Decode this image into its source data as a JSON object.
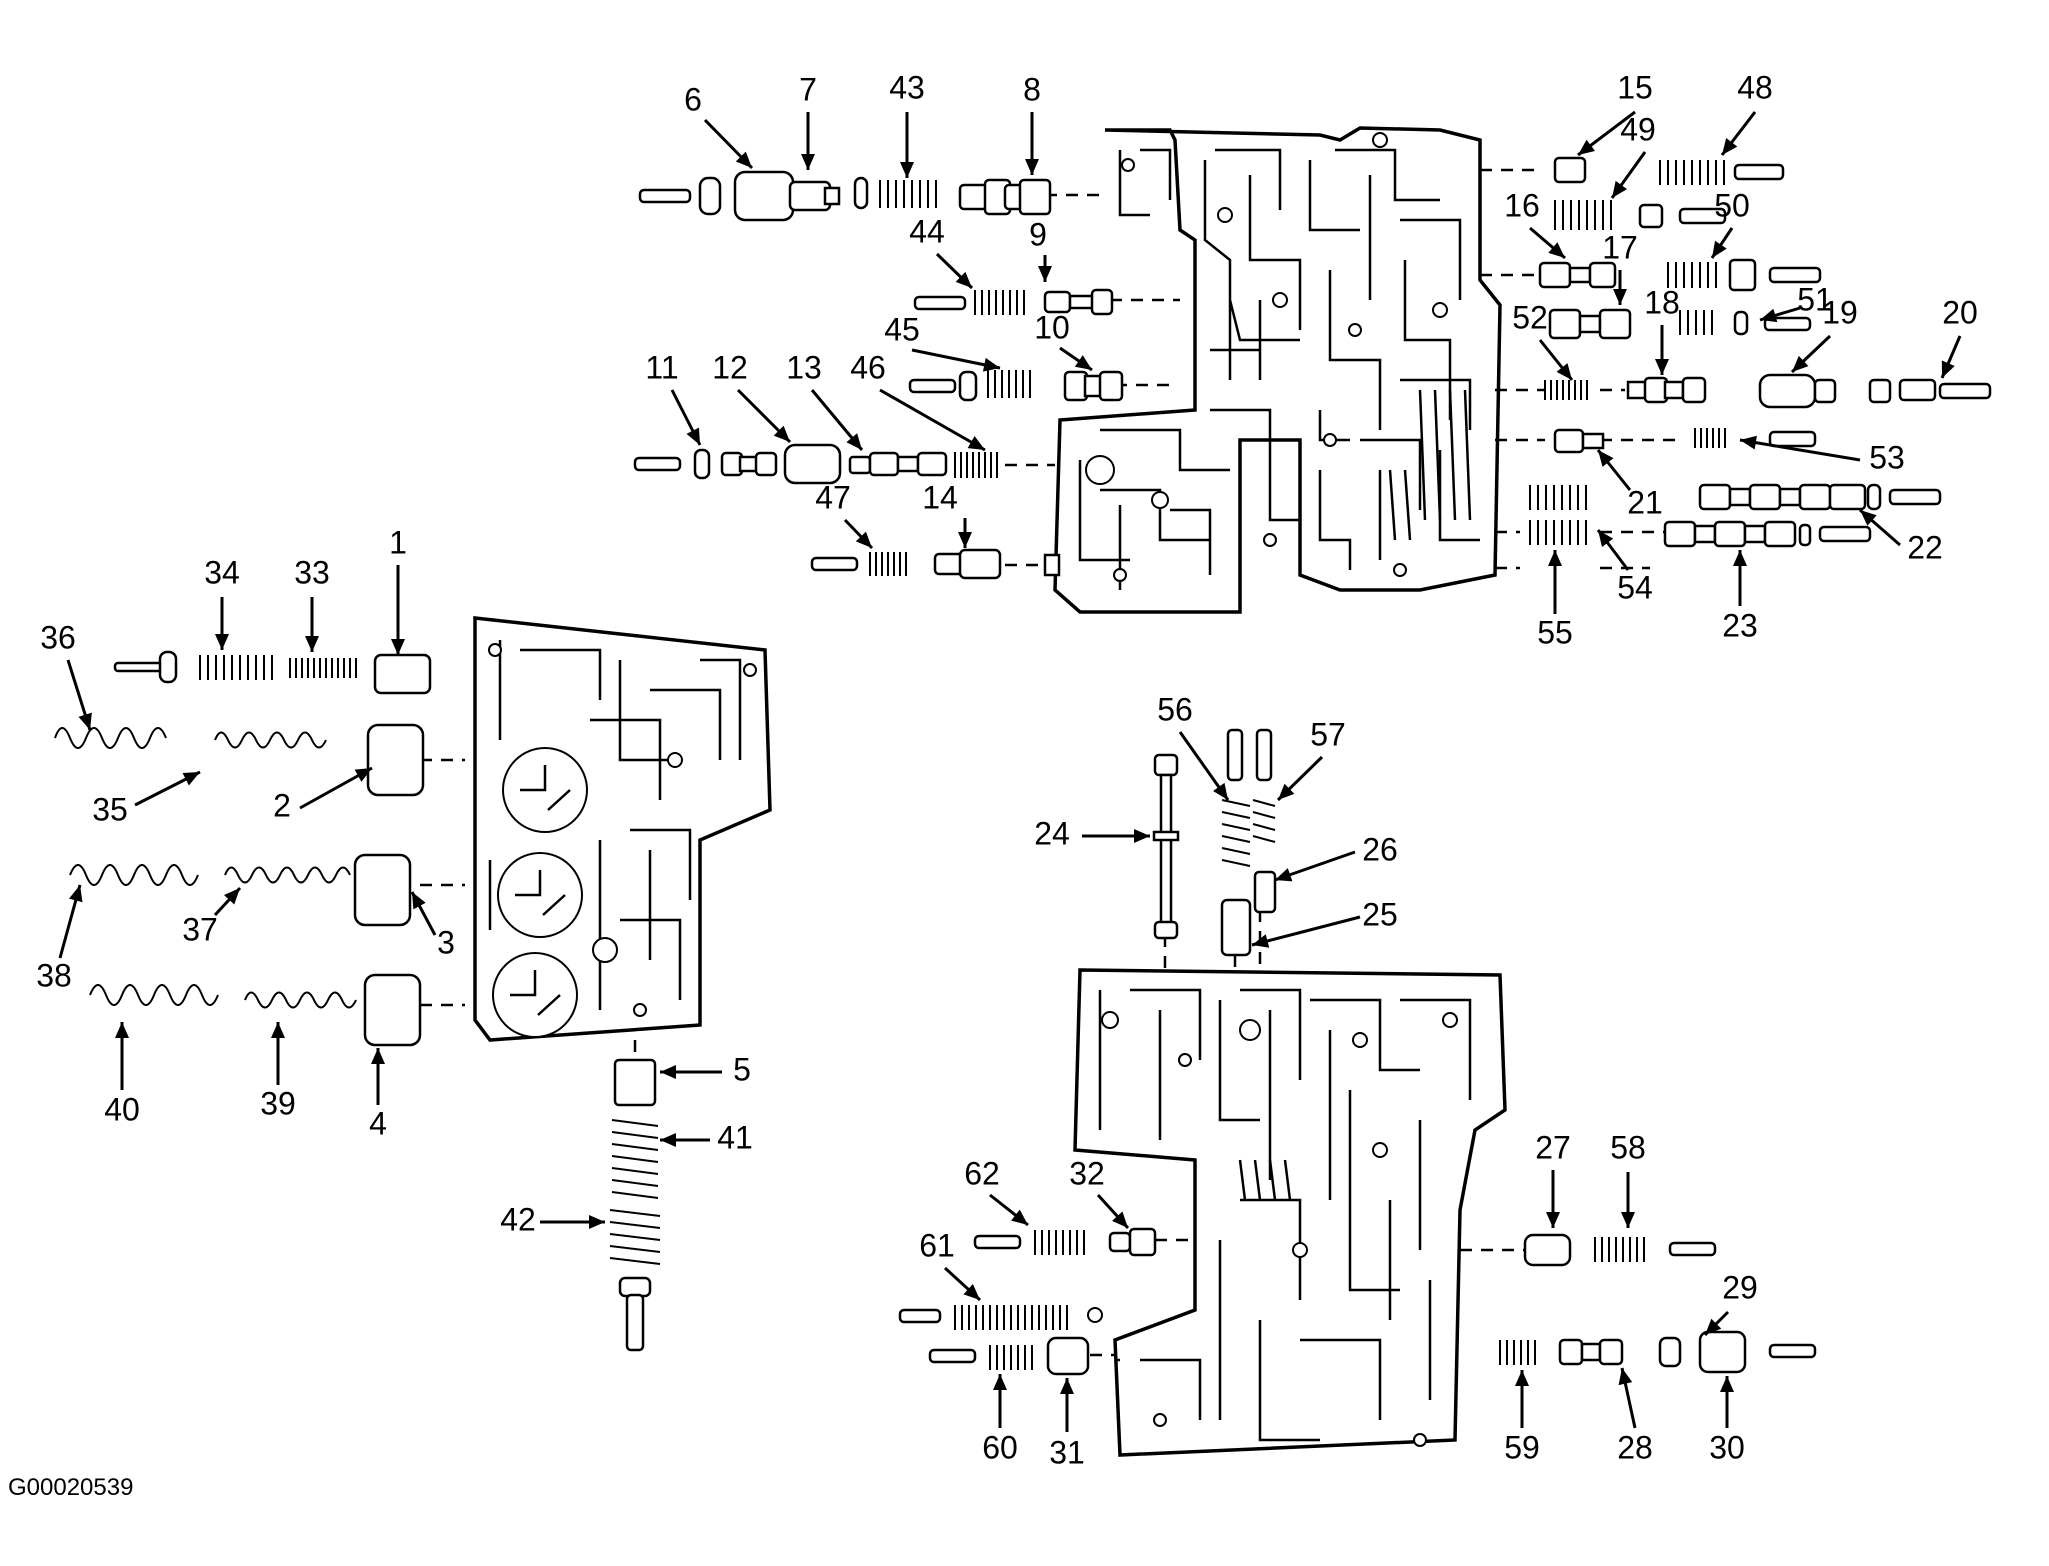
{
  "reference_code": "G00020539",
  "parts": [
    {
      "id": "1",
      "label": "1"
    },
    {
      "id": "2",
      "label": "2"
    },
    {
      "id": "3",
      "label": "3"
    },
    {
      "id": "4",
      "label": "4"
    },
    {
      "id": "5",
      "label": "5"
    },
    {
      "id": "6",
      "label": "6"
    },
    {
      "id": "7",
      "label": "7"
    },
    {
      "id": "8",
      "label": "8"
    },
    {
      "id": "9",
      "label": "9"
    },
    {
      "id": "10",
      "label": "10"
    },
    {
      "id": "11",
      "label": "11"
    },
    {
      "id": "12",
      "label": "12"
    },
    {
      "id": "13",
      "label": "13"
    },
    {
      "id": "14",
      "label": "14"
    },
    {
      "id": "15",
      "label": "15"
    },
    {
      "id": "16",
      "label": "16"
    },
    {
      "id": "17",
      "label": "17"
    },
    {
      "id": "18",
      "label": "18"
    },
    {
      "id": "19",
      "label": "19"
    },
    {
      "id": "20",
      "label": "20"
    },
    {
      "id": "21",
      "label": "21"
    },
    {
      "id": "22",
      "label": "22"
    },
    {
      "id": "23",
      "label": "23"
    },
    {
      "id": "24",
      "label": "24"
    },
    {
      "id": "25",
      "label": "25"
    },
    {
      "id": "26",
      "label": "26"
    },
    {
      "id": "27",
      "label": "27"
    },
    {
      "id": "28",
      "label": "28"
    },
    {
      "id": "29",
      "label": "29"
    },
    {
      "id": "30",
      "label": "30"
    },
    {
      "id": "31",
      "label": "31"
    },
    {
      "id": "32",
      "label": "32"
    },
    {
      "id": "33",
      "label": "33"
    },
    {
      "id": "34",
      "label": "34"
    },
    {
      "id": "35",
      "label": "35"
    },
    {
      "id": "36",
      "label": "36"
    },
    {
      "id": "37",
      "label": "37"
    },
    {
      "id": "38",
      "label": "38"
    },
    {
      "id": "39",
      "label": "39"
    },
    {
      "id": "40",
      "label": "40"
    },
    {
      "id": "41",
      "label": "41"
    },
    {
      "id": "42",
      "label": "42"
    },
    {
      "id": "43",
      "label": "43"
    },
    {
      "id": "44",
      "label": "44"
    },
    {
      "id": "45",
      "label": "45"
    },
    {
      "id": "46",
      "label": "46"
    },
    {
      "id": "47",
      "label": "47"
    },
    {
      "id": "48",
      "label": "48"
    },
    {
      "id": "49",
      "label": "49"
    },
    {
      "id": "50",
      "label": "50"
    },
    {
      "id": "51",
      "label": "51"
    },
    {
      "id": "52",
      "label": "52"
    },
    {
      "id": "53",
      "label": "53"
    },
    {
      "id": "54",
      "label": "54"
    },
    {
      "id": "55",
      "label": "55"
    },
    {
      "id": "56",
      "label": "56"
    },
    {
      "id": "57",
      "label": "57"
    },
    {
      "id": "58",
      "label": "58"
    },
    {
      "id": "59",
      "label": "59"
    },
    {
      "id": "60",
      "label": "60"
    },
    {
      "id": "61",
      "label": "61"
    },
    {
      "id": "62",
      "label": "62"
    }
  ]
}
